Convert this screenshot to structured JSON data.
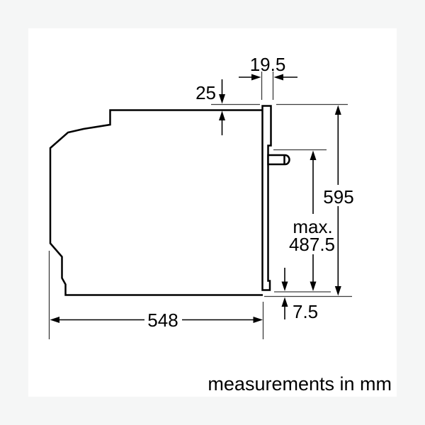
{
  "diagram": {
    "unit_note": "measurements in mm",
    "labels": {
      "door_thickness": "19.5",
      "top_offset": "25",
      "height": "595",
      "max_prefix": "max.",
      "max_value": "487.5",
      "depth": "548",
      "bottom_offset": "7.5"
    },
    "colors": {
      "frame_background": "#f5f6f6",
      "drawing_background": "#ffffff",
      "line": "#000000"
    }
  }
}
